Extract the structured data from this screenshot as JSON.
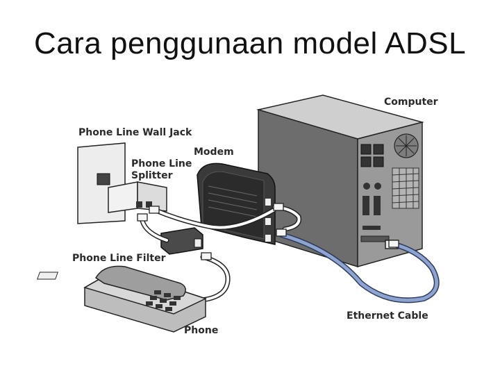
{
  "slide": {
    "title": "Cara penggunaan model ADSL"
  },
  "labels": {
    "computer": "Computer",
    "wall_jack": "Phone Line Wall Jack",
    "modem": "Modem",
    "splitter_line1": "Phone Line",
    "splitter_line2": "Splitter",
    "filter": "Phone Line Filter",
    "ethernet": "Ethernet Cable",
    "phone": "Phone"
  },
  "colors": {
    "ethernet_cable": "#8fa3cf",
    "phone_cable": "#ffffff",
    "tower": "#8c8c8c",
    "modem": "#3a3a3a"
  }
}
